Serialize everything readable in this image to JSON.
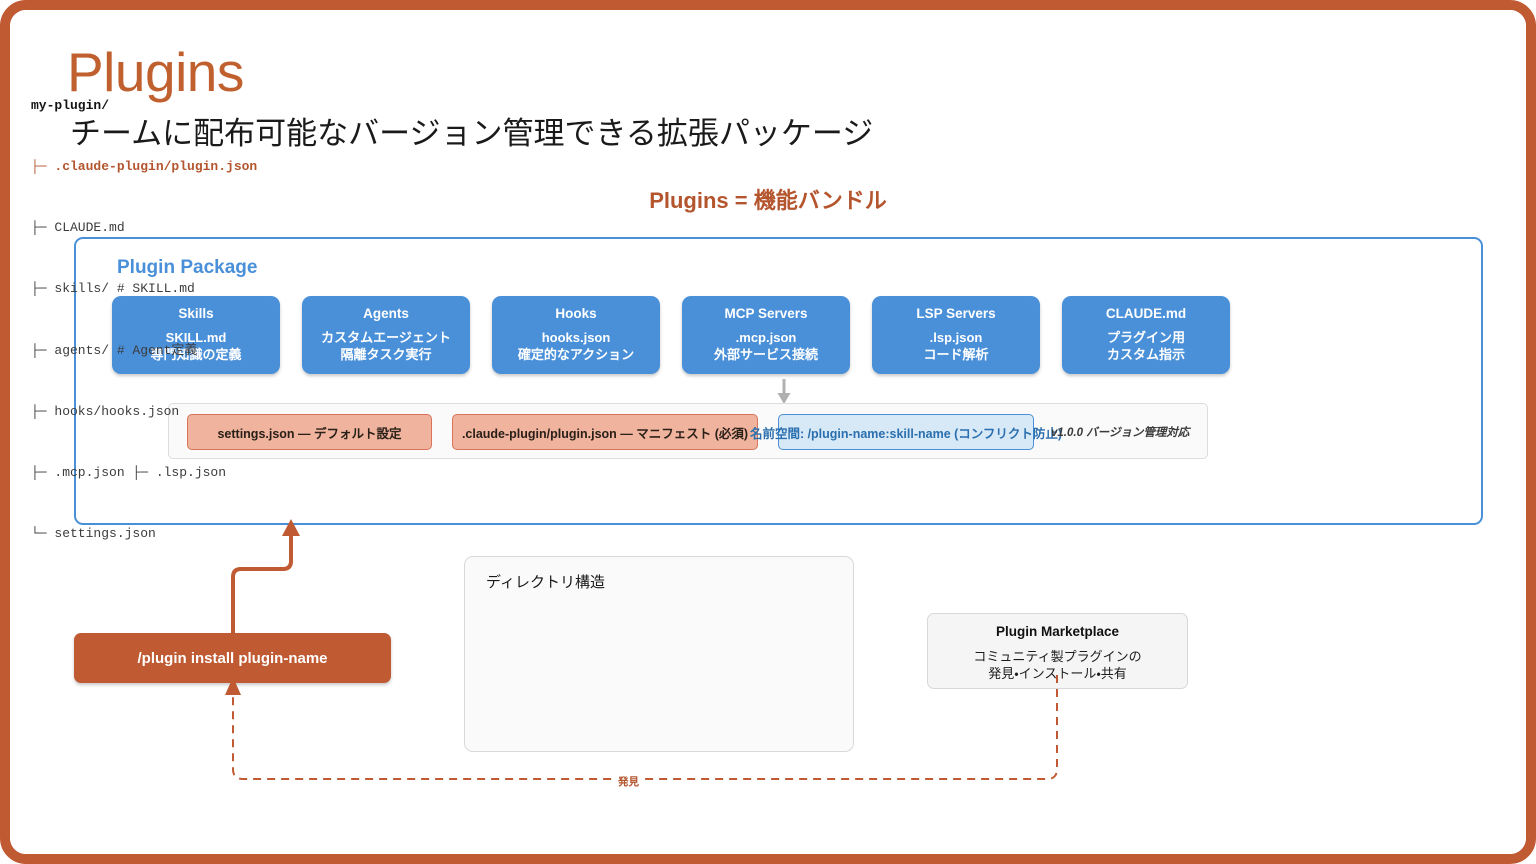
{
  "slide": {
    "title": "Plugins",
    "subtitle": "チームに配布可能なバージョン管理できる拡張パッケージ",
    "equation": "Plugins = 機能バンドル",
    "frame_color": "#bf5a33",
    "accent_color": "#c0602f",
    "blue_color": "#4a90d9",
    "salmon_color": "#efb39e"
  },
  "plugin_package": {
    "title": "Plugin Package",
    "components": [
      {
        "title": "Skills",
        "line1": "SKILL.md",
        "line2": "専門知識の定義"
      },
      {
        "title": "Agents",
        "line1": "カスタムエージェント",
        "line2": "隔離タスク実行"
      },
      {
        "title": "Hooks",
        "line1": "hooks.json",
        "line2": "確定的なアクション"
      },
      {
        "title": "MCP Servers",
        "line1": ".mcp.json",
        "line2": "外部サービス接続"
      },
      {
        "title": "LSP Servers",
        "line1": ".lsp.json",
        "line2": "コード解析"
      },
      {
        "title": "CLAUDE.md",
        "line1": "プラグイン用",
        "line2": "カスタム指示"
      }
    ],
    "files_row": {
      "chips": [
        {
          "label": "settings.json ― デフォルト設定",
          "style": "salmon"
        },
        {
          "label": ".claude-plugin/plugin.json ― マニフェスト (必須)",
          "style": "salmon"
        },
        {
          "label": "名前空間: /plugin-name:skill-name (コンフリクト防止)",
          "style": "blue"
        }
      ],
      "version_note": "v1.0.0 バージョン管理対応"
    }
  },
  "install_command": {
    "label": "/plugin install plugin-name"
  },
  "directory": {
    "title": "ディレクトリ構造",
    "root": "my-plugin/",
    "lines": [
      {
        "text": "├─ .claude-plugin/plugin.json",
        "highlight": true
      },
      {
        "text": "├─ CLAUDE.md",
        "highlight": false
      },
      {
        "text": "├─ skills/ # SKILL.md",
        "highlight": false
      },
      {
        "text": "├─ agents/ # Agent定義",
        "highlight": false
      },
      {
        "text": "├─ hooks/hooks.json",
        "highlight": false
      },
      {
        "text": "├─ .mcp.json ├─ .lsp.json",
        "highlight": false
      },
      {
        "text": "└─ settings.json",
        "highlight": false
      }
    ]
  },
  "marketplace": {
    "title": "Plugin Marketplace",
    "line1": "コミュニティ製プラグインの",
    "line2": "発見・インストール・共有"
  },
  "connector": {
    "discovery_label": "発見"
  }
}
